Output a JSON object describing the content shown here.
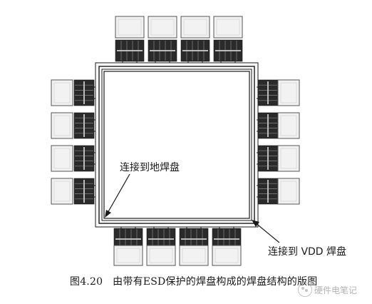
{
  "figure": {
    "label_ground": "连接到地焊盘",
    "label_vdd": "连接到 VDD 焊盘",
    "caption_number": "图4.20",
    "caption_text": "由带有ESD保护的焊盘构成的焊盘结构的版图"
  },
  "watermark": {
    "text": "硬件电笔记",
    "icon": "wechat-icon"
  },
  "diagram": {
    "pads_per_side": 4,
    "colors": {
      "ink": "#1a1a1a",
      "pad_fill": "#f2f2f2",
      "pad_border": "#555555",
      "esd_fill": "#2a2a2a"
    }
  }
}
